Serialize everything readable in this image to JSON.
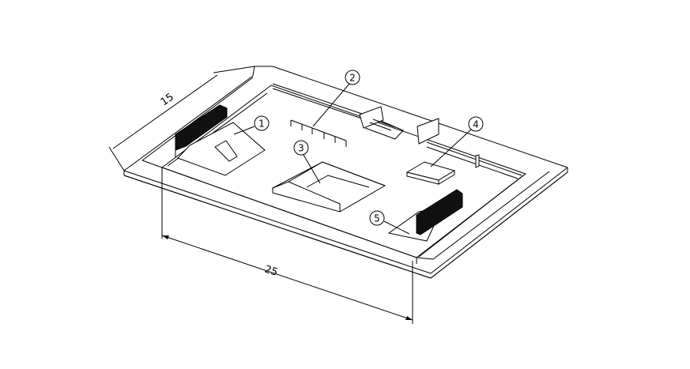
{
  "dimensions": {
    "width_label": "15",
    "length_label": "25"
  },
  "balloons": [
    "1",
    "2",
    "3",
    "4",
    "5"
  ]
}
